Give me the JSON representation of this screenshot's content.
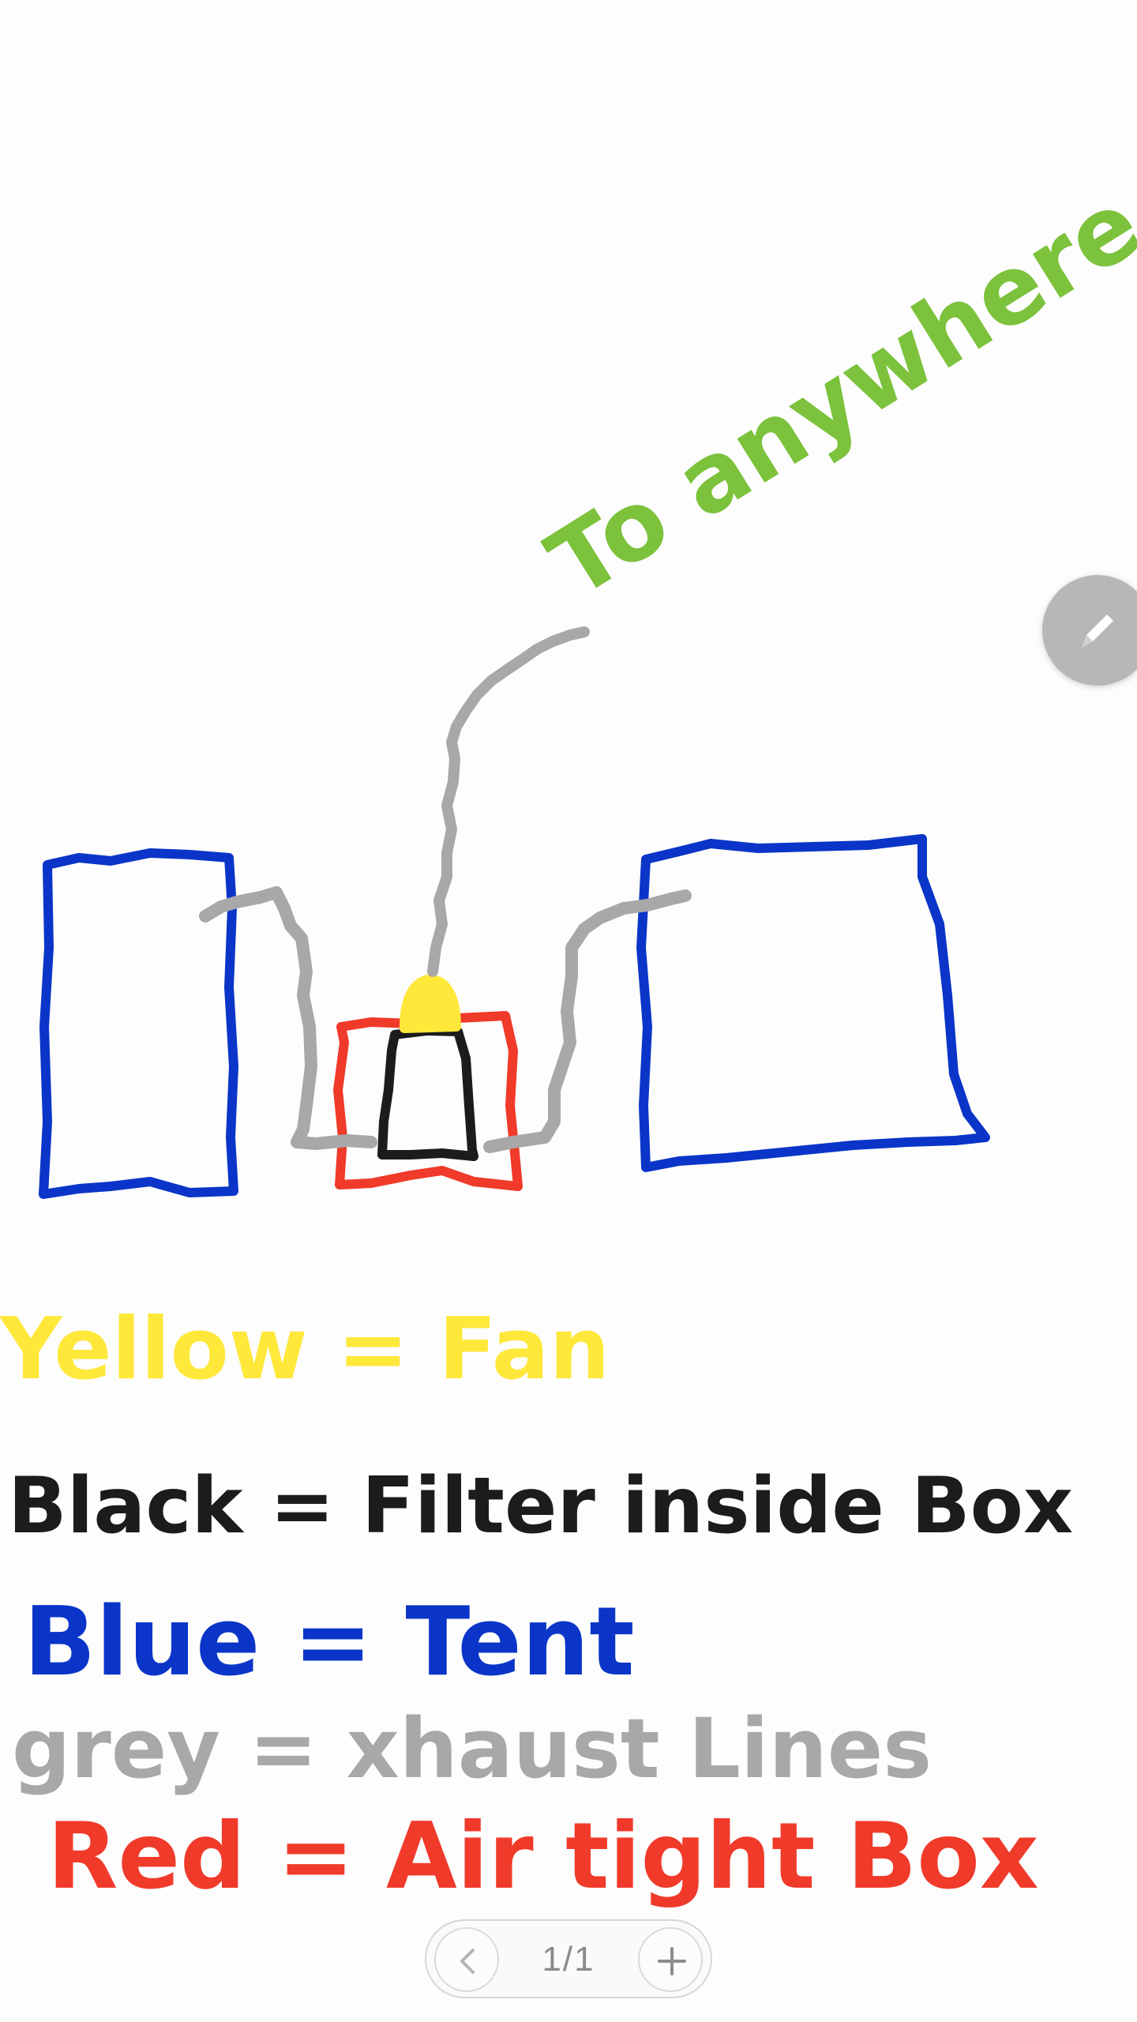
{
  "canvas": {
    "annotation_top": "To anywhere",
    "legend": {
      "yellow": "Yellow = Fan",
      "black": "Black = Filter inside Box",
      "blue": "Blue = Tent",
      "grey": "grey = xhaust Lines",
      "red": "Red = Air tight Box"
    }
  },
  "colors": {
    "blue": "#0a35c8",
    "red": "#f03a2a",
    "black": "#1c1c1c",
    "grey": "#a8a8a8",
    "yellow": "#ffe83a",
    "green": "#7cc23c"
  },
  "toolbar": {
    "pen_icon": "pen-icon"
  },
  "pagination": {
    "indicator": "1/1",
    "prev_icon": "chevron-left-icon",
    "add_icon": "plus-icon"
  }
}
